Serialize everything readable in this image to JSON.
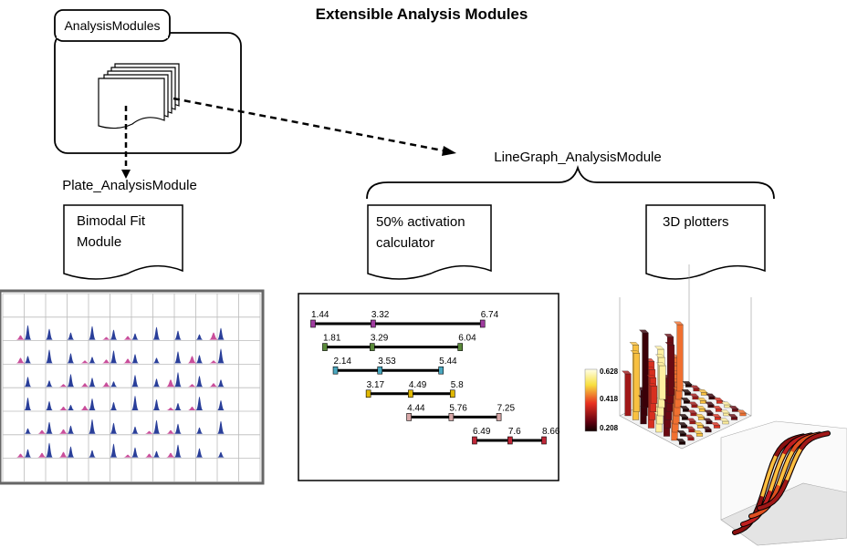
{
  "title": "Extensible Analysis Modules",
  "nodes": {
    "analysis_modules": "AnalysisModules",
    "plate_module": "Plate_AnalysisModule",
    "linegraph_module": "LineGraph_AnalysisModule",
    "bimodal_fit": [
      "Bimodal Fit",
      "Module"
    ],
    "activation_calc": [
      "50% activation",
      "calculator"
    ],
    "plotters_3d": "3D plotters"
  },
  "ranges": [
    {
      "values": [
        "1.44",
        "3.32",
        "6.74"
      ],
      "color": "#a03ca0"
    },
    {
      "values": [
        "1.81",
        "3.29",
        "6.04"
      ],
      "color": "#5a8a3a"
    },
    {
      "values": [
        "2.14",
        "3.53",
        "5.44"
      ],
      "color": "#4aa8c0"
    },
    {
      "values": [
        "3.17",
        "4.49",
        "5.8"
      ],
      "color": "#e0b800"
    },
    {
      "values": [
        "4.44",
        "5.76",
        "7.25"
      ],
      "color": "#d8a8a8"
    },
    {
      "values": [
        "6.49",
        "7.6",
        "8.66"
      ],
      "color": "#c02838"
    }
  ],
  "colorbar": {
    "labels": [
      "0.628",
      "0.418",
      "0.208"
    ]
  }
}
